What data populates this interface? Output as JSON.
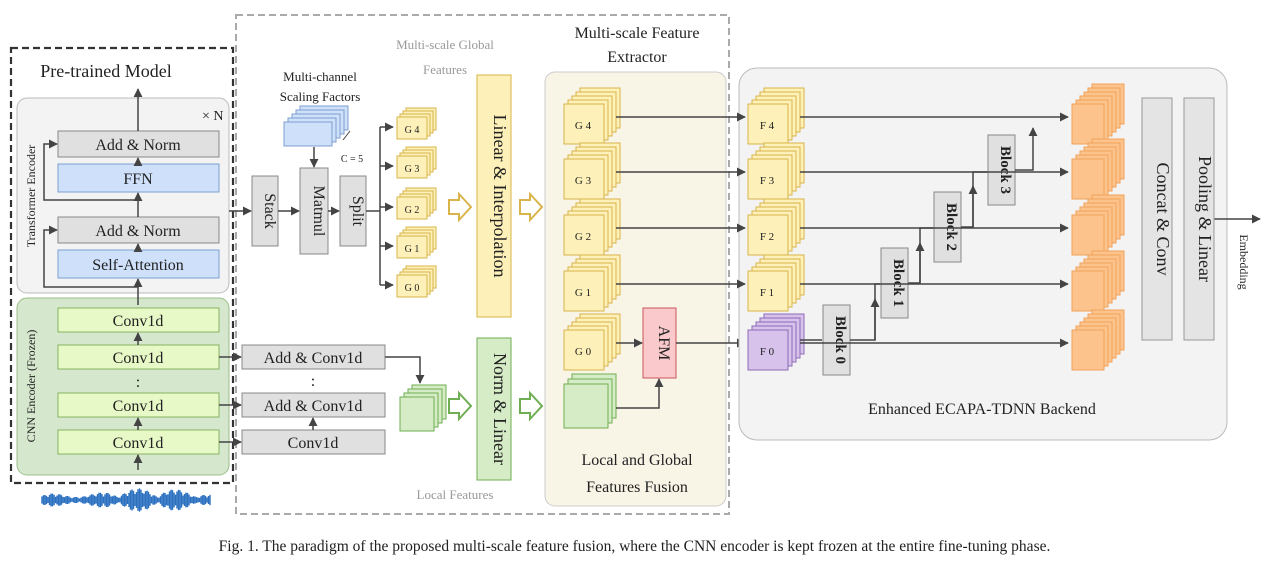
{
  "pretrained": {
    "title": "Pre-trained Model",
    "repeat": "× N",
    "transformer_label": "Transformer Encoder",
    "cnn_label": "CNN Encoder (Frozen)",
    "add_norm": "Add & Norm",
    "ffn": "FFN",
    "self_attention": "Self-Attention",
    "conv1d": "Conv1d",
    "dots": ":"
  },
  "global_branch": {
    "heading_line1": "Multi-scale Global",
    "heading_line2": "Features",
    "scaling_line1": "Multi-channel",
    "scaling_line2": "Scaling Factors",
    "c_value": "C = 5",
    "stack": "Stack",
    "matmul": "Matmul",
    "split": "Split",
    "g_labels": [
      "G 4",
      "G 3",
      "G 2",
      "G 1",
      "G 0"
    ],
    "linear_interp": "Linear & Interpolation"
  },
  "local_branch": {
    "add_conv1d": "Add & Conv1d",
    "conv1d": "Conv1d",
    "dots": ":",
    "norm_linear": "Norm & Linear",
    "heading": "Local Features"
  },
  "extractor": {
    "title_line1": "Multi-scale Feature",
    "title_line2": "Extractor",
    "g_labels": [
      "G 4",
      "G 3",
      "G 2",
      "G 1",
      "G 0"
    ],
    "afm": "AFM",
    "fusion_line1": "Local and Global",
    "fusion_line2": "Features Fusion"
  },
  "backend": {
    "f_labels": [
      "F 4",
      "F 3",
      "F 2",
      "F 1",
      "F 0"
    ],
    "blocks": [
      "Block 0",
      "Block 1",
      "Block 2",
      "Block 3"
    ],
    "concat_conv": "Concat & Conv",
    "pooling_linear": "Pooling & Linear",
    "embedding": "Embedding",
    "title": "Enhanced ECAPA-TDNN Backend"
  },
  "caption": "Fig. 1.  The paradigm of the proposed multi-scale feature fusion, where the CNN encoder is kept frozen at the entire fine-tuning phase.",
  "colors": {
    "yellow_fill": "#fdf0b8",
    "yellow_edge": "#d9b44a",
    "green_fill": "#d5ecc6",
    "green_edge": "#6fae52",
    "blue_fill": "#cfe0fa",
    "gray_fill": "#e4e4e4",
    "orange_fill": "#fcc48c",
    "purple_fill": "#d6c2ea",
    "pink_fill": "#f9c9cc"
  }
}
